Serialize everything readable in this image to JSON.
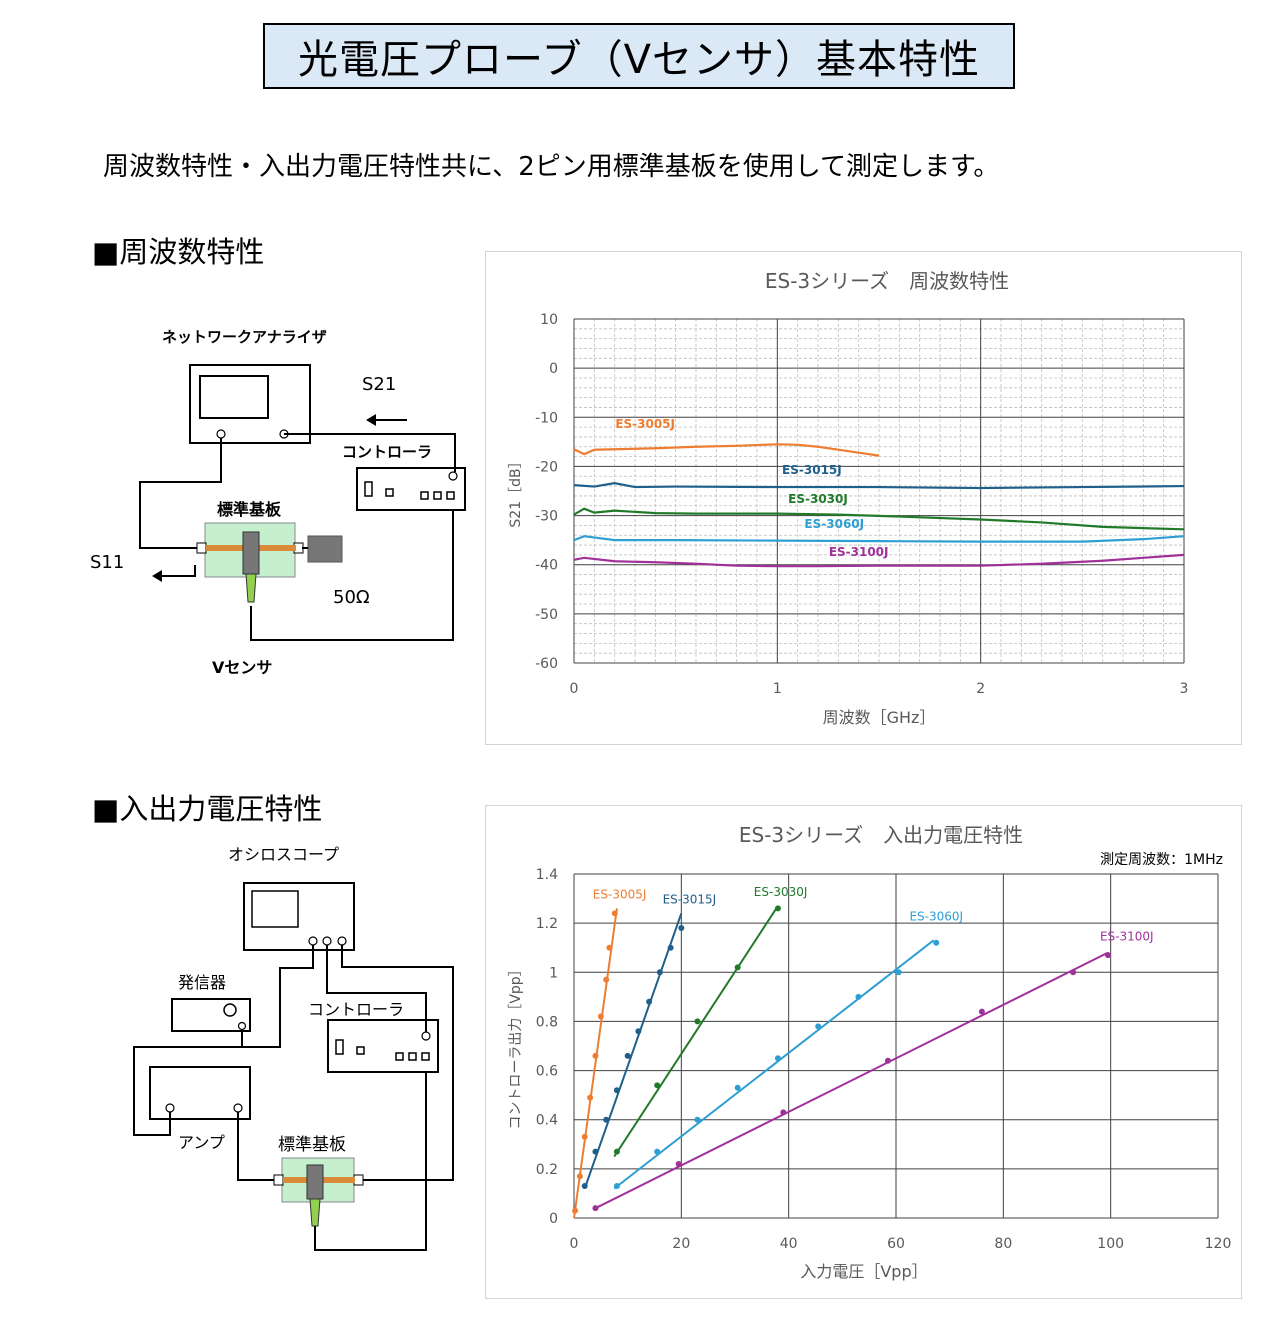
{
  "page": {
    "title": "光電圧プローブ（Vセンサ）基本特性",
    "intro": "周波数特性・入出力電圧特性共に、2ピン用標準基板を使用して測定します。",
    "section_freq": "■周波数特性",
    "section_io": "■入出力電圧特性"
  },
  "diagram1": {
    "analyzer": "ネットワークアナライザ",
    "s21": "S21",
    "controller": "コントローラ",
    "board": "標準基板",
    "s11": "S11",
    "load": "50Ω",
    "sensor": "Vセンサ"
  },
  "diagram2": {
    "scope": "オシロスコープ",
    "generator": "発信器",
    "controller": "コントローラ",
    "amp": "アンプ",
    "board": "標準基板"
  },
  "colors": {
    "es3005": "#ed7d31",
    "es3015": "#1f5f8b",
    "es3030": "#217a2a",
    "es3060": "#2e9fd3",
    "es3100": "#a0309a",
    "board": "#c6efce",
    "trace": "#d98b3a",
    "sensor_tip": "#92d050",
    "title_bg": "#dbe8f5"
  },
  "chart_data": [
    {
      "type": "line",
      "title": "ES-3シリーズ　周波数特性",
      "xlabel": "周波数［GHz］",
      "ylabel": "S21［dB］",
      "xlim": [
        0,
        3
      ],
      "ylim": [
        -60,
        10
      ],
      "xticks": [
        "0",
        "1",
        "2",
        "3"
      ],
      "yticks": [
        "10",
        "0",
        "-10",
        "-20",
        "-30",
        "-40",
        "-50",
        "-60"
      ],
      "grid": true,
      "series": [
        {
          "name": "ES-3005J",
          "x": [
            0,
            0.05,
            0.1,
            0.2,
            0.4,
            0.6,
            0.8,
            1.0,
            1.1,
            1.2,
            1.3,
            1.4,
            1.5
          ],
          "y": [
            -16.5,
            -17.5,
            -16.6,
            -16.5,
            -16.3,
            -16.0,
            -15.8,
            -15.5,
            -15.6,
            -16.0,
            -16.6,
            -17.2,
            -17.8
          ]
        },
        {
          "name": "ES-3015J",
          "x": [
            0,
            0.1,
            0.2,
            0.3,
            0.5,
            1.0,
            1.5,
            2.0,
            2.5,
            3.0
          ],
          "y": [
            -23.8,
            -24.1,
            -23.4,
            -24.2,
            -24.1,
            -24.2,
            -24.2,
            -24.4,
            -24.2,
            -24.0
          ]
        },
        {
          "name": "ES-3030J",
          "x": [
            0,
            0.05,
            0.1,
            0.2,
            0.4,
            0.6,
            0.8,
            1.0,
            1.3,
            1.6,
            2.0,
            2.3,
            2.6,
            3.0
          ],
          "y": [
            -29.8,
            -28.6,
            -29.4,
            -29.0,
            -29.5,
            -29.6,
            -29.6,
            -29.6,
            -29.8,
            -30.2,
            -30.8,
            -31.4,
            -32.3,
            -32.8
          ]
        },
        {
          "name": "ES-3060J",
          "x": [
            0,
            0.05,
            0.2,
            0.5,
            1.0,
            1.5,
            2.0,
            2.5,
            2.8,
            3.0
          ],
          "y": [
            -35.0,
            -34.2,
            -35.0,
            -35.0,
            -35.1,
            -35.2,
            -35.3,
            -35.3,
            -34.8,
            -34.2
          ]
        },
        {
          "name": "ES-3100J",
          "x": [
            0,
            0.05,
            0.2,
            0.4,
            0.6,
            0.8,
            1.0,
            1.2,
            1.5,
            2.0,
            2.3,
            2.6,
            2.8,
            3.0
          ],
          "y": [
            -39.0,
            -38.6,
            -39.3,
            -39.5,
            -39.8,
            -40.2,
            -40.3,
            -40.3,
            -40.2,
            -40.2,
            -39.8,
            -39.2,
            -38.6,
            -38.0
          ]
        }
      ]
    },
    {
      "type": "scatter",
      "title": "ES-3シリーズ　入出力電圧特性",
      "annotation": "測定周波数：1MHz",
      "xlabel": "入力電圧［Vpp］",
      "ylabel": "コントローラ出力［Vpp］",
      "xlim": [
        0,
        120
      ],
      "ylim": [
        0,
        1.4
      ],
      "xticks": [
        "0",
        "20",
        "40",
        "60",
        "80",
        "100",
        "120"
      ],
      "yticks": [
        "1.4",
        "1.2",
        "1",
        "0.8",
        "0.6",
        "0.4",
        "0.2",
        "0"
      ],
      "grid": true,
      "series": [
        {
          "name": "ES-3005J",
          "x": [
            0.2,
            1.1,
            2.0,
            3.0,
            4.0,
            5.0,
            6.0,
            6.6,
            7.6
          ],
          "y": [
            0.03,
            0.17,
            0.33,
            0.49,
            0.66,
            0.82,
            0.97,
            1.1,
            1.24
          ],
          "fit": [
            [
              0,
              0.0
            ],
            [
              8.0,
              1.26
            ]
          ]
        },
        {
          "name": "ES-3015J",
          "x": [
            2.0,
            4.0,
            6.0,
            8.0,
            10.0,
            12.0,
            14.0,
            16.0,
            18.0,
            20.0
          ],
          "y": [
            0.13,
            0.27,
            0.4,
            0.52,
            0.66,
            0.76,
            0.88,
            1.0,
            1.1,
            1.18
          ],
          "fit": [
            [
              2.0,
              0.12
            ],
            [
              20.0,
              1.24
            ]
          ]
        },
        {
          "name": "ES-3030J",
          "x": [
            8.0,
            15.5,
            23.0,
            30.5,
            38.0
          ],
          "y": [
            0.27,
            0.54,
            0.8,
            1.02,
            1.26
          ],
          "fit": [
            [
              7.5,
              0.25
            ],
            [
              38.0,
              1.27
            ]
          ]
        },
        {
          "name": "ES-3060J",
          "x": [
            8.0,
            15.5,
            23.0,
            30.5,
            38.0,
            45.5,
            53.0,
            60.5,
            67.5
          ],
          "y": [
            0.13,
            0.27,
            0.4,
            0.53,
            0.65,
            0.78,
            0.9,
            1.0,
            1.12
          ],
          "fit": [
            [
              7.5,
              0.12
            ],
            [
              67.0,
              1.13
            ]
          ]
        },
        {
          "name": "ES-3100J",
          "x": [
            4.0,
            19.5,
            39.0,
            58.5,
            76.0,
            93.0,
            99.5
          ],
          "y": [
            0.04,
            0.22,
            0.43,
            0.64,
            0.84,
            1.0,
            1.07
          ],
          "fit": [
            [
              4.0,
              0.04
            ],
            [
              99.5,
              1.08
            ]
          ]
        }
      ]
    }
  ]
}
